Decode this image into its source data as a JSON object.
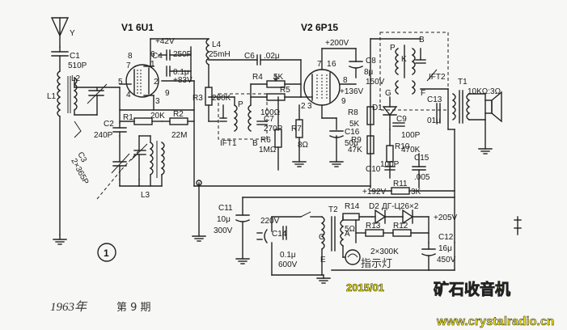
{
  "tubes": {
    "v1": "V1 6U1",
    "v2": "V2 6P15"
  },
  "components": {
    "antenna": "Y",
    "c1": "C1",
    "c1_val": "510P",
    "l1": "L1",
    "l2": "L2",
    "c3": "C3",
    "c3_val": "2×365P",
    "c2": "C2",
    "c2_val": "240P",
    "r1": "R1",
    "r1_val": "20K",
    "r2": "R2",
    "r2_val": "22M",
    "l3": "L3",
    "c4": "C4",
    "c4_val": "250P",
    "c5_val": "0.1μ",
    "v_42": "+42V",
    "v_83": "+83V",
    "l4": "L4",
    "l4_val": "25mH",
    "r3": "R3",
    "r3_val": "200K",
    "c6": "C6",
    "c6_val": ".02μ",
    "r4": "R4",
    "r4_val": "5K",
    "r5": "R5",
    "r5_val": "100Ω",
    "c7": "C7",
    "c7_val": "270P",
    "ift1": "IFT1",
    "r6": "R6",
    "r6_val": "1MΩ",
    "r7": "R7",
    "r7_val": "8Ω",
    "c16": "C16",
    "c16_val": "50μ",
    "v_200": "+200V",
    "c8": "C8",
    "c8_val": "8μ",
    "c8_v": "150V",
    "v_136": "+136V",
    "r8": "R8",
    "r8_val": "5K",
    "d1": "D1",
    "r9": "R9",
    "r9_val": "47K",
    "c9": "C9",
    "c9_val": "100P",
    "r10": "R10",
    "r10_val": "470K",
    "c10": "C10",
    "c10_val": "100P",
    "c15": "C15",
    "c15_val": ".005",
    "ift2": "IFT2",
    "c13": "C13",
    "c13_val": "01μ",
    "t1": "T1",
    "t1_val": "10KΩ:3Ω",
    "r11": "R11",
    "r11_val": "3K",
    "v_192": "+192V",
    "c11": "C11",
    "c11_val": "10μ",
    "c11_v": "300V",
    "mains": "220V",
    "t2": "T2",
    "c14": "C14",
    "c14_val": "0.1μ",
    "c14_v": "600V",
    "r14": "R14",
    "r14_val": "5Ω",
    "d2": "D2",
    "d2_type": "ДГ-Ц26×2",
    "r13": "R13",
    "r12": "R12",
    "r12_13_val": "2×300K",
    "lamp": "指示灯",
    "v_205": "+205V",
    "c12": "C12",
    "c12_val": "16μ",
    "c12_v": "450V",
    "fig": "1",
    "node_p1": "P",
    "node_b1": "B",
    "node_p2": "P",
    "node_b2": "B",
    "node_k": "K",
    "node_g": "G",
    "node_f": "F",
    "node_a": "A",
    "node_e": "E",
    "node_c": "C"
  },
  "pins": [
    "7",
    "8",
    "6",
    "1",
    "2",
    "3",
    "5",
    "4",
    "9",
    "7",
    "1",
    "6",
    "2",
    "3",
    "8",
    "9"
  ],
  "footer": {
    "year": "1963年",
    "issue": "第 9 期"
  },
  "watermark": {
    "date": "2015/01",
    "brand": "矿石收音机",
    "url": "www.crystalradio.cn"
  }
}
